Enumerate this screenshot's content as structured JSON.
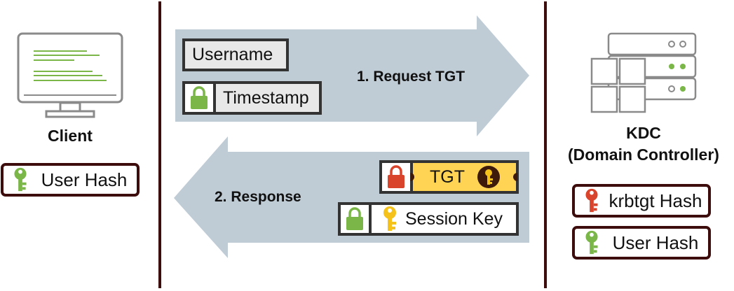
{
  "client": {
    "title": "Client",
    "hash_label": "User Hash"
  },
  "kdc": {
    "title_line1": "KDC",
    "title_line2": "(Domain Controller)",
    "krbtgt_label": "krbtgt Hash",
    "user_hash_label": "User Hash"
  },
  "request": {
    "label": "1. Request TGT",
    "username": "Username",
    "timestamp": "Timestamp"
  },
  "response": {
    "label": "2. Response",
    "tgt": "TGT",
    "session_key": "Session Key"
  },
  "colors": {
    "divider": "#3d0c0c",
    "arrow": "#bfcbd5",
    "green": "#7ab648",
    "red": "#d9442c",
    "gold": "#f5c21b",
    "tgt_fill": "#ffd455"
  }
}
